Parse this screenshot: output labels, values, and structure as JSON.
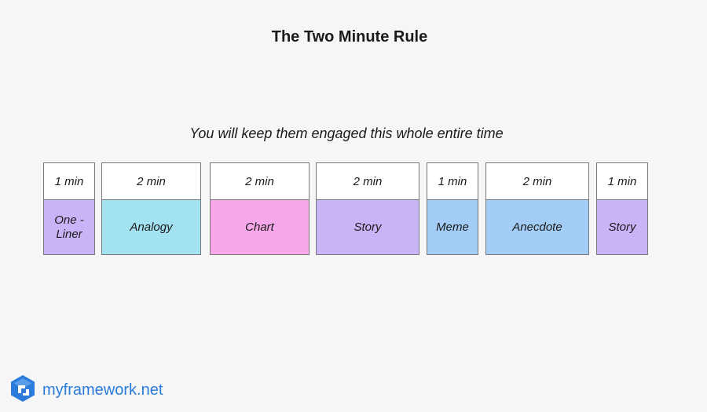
{
  "title": "The Two Minute Rule",
  "subtitle": "You will keep them engaged this whole entire time",
  "blocks": [
    {
      "duration": "1 min",
      "activity": "One - Liner",
      "color": "#c8b4f6"
    },
    {
      "duration": "2 min",
      "activity": "Analogy",
      "color": "#a3e3f1"
    },
    {
      "duration": "2 min",
      "activity": "Chart",
      "color": "#f6a8ea"
    },
    {
      "duration": "2 min",
      "activity": "Story",
      "color": "#c8b4f6"
    },
    {
      "duration": "1 min",
      "activity": "Meme",
      "color": "#a3cdf6"
    },
    {
      "duration": "2 min",
      "activity": "Anecdote",
      "color": "#a3cdf6"
    },
    {
      "duration": "1 min",
      "activity": "Story",
      "color": "#c8b4f6"
    }
  ],
  "logo": {
    "icon": "myframework-logo-icon",
    "text": "myframework.net",
    "color": "#2b7bdc"
  }
}
